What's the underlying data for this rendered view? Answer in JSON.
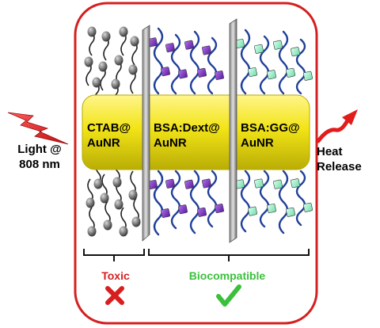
{
  "left_label": {
    "line1": "Light @",
    "line2": "808 nm"
  },
  "right_label": {
    "line1": "Heat",
    "line2": "Release"
  },
  "rod_sections": [
    {
      "line1": "CTAB@",
      "line2": "AuNR"
    },
    {
      "line1": "BSA:Dext@",
      "line2": "AuNR"
    },
    {
      "line1": "BSA:GG@",
      "line2": "AuNR"
    }
  ],
  "toxic_label": "Toxic",
  "biocompatible_label": "Biocompatible",
  "colors": {
    "frame": "#d42020",
    "rod": "#f2e416",
    "lightning": "#e21b1b",
    "toxic": "#d81e1e",
    "biocompatible": "#3cc03c",
    "ctab_head": "#555555",
    "dextran_cube": "#7a2fc0",
    "guar_cube": "#8ff0c0",
    "protein_chain": "#1f3f9a"
  },
  "icons": {
    "toxic": "cross-icon",
    "biocompatible": "check-icon",
    "light": "lightning-icon",
    "heat": "heat-arrow-icon"
  }
}
